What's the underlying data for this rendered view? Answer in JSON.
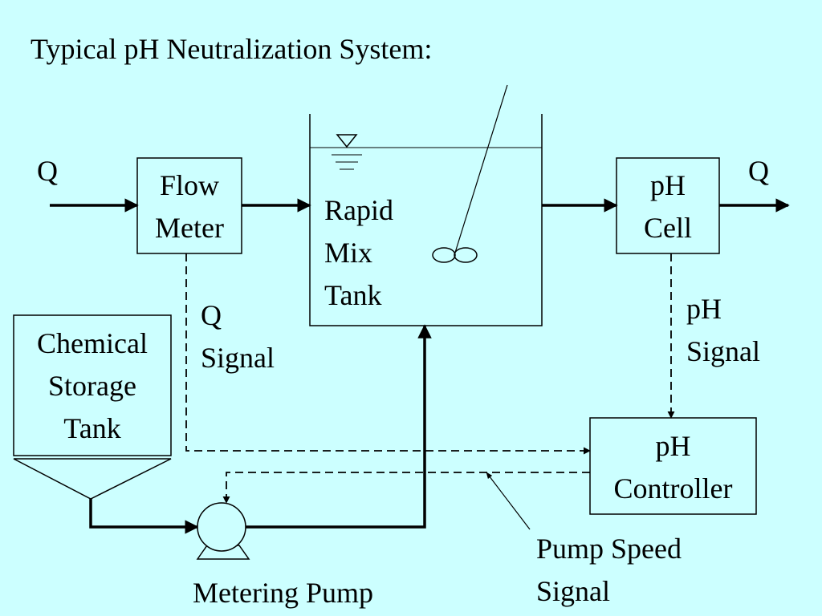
{
  "title": "Typical pH Neutralization System:",
  "colors": {
    "background": "#ccffff",
    "line": "#000000"
  },
  "inlet_label": "Q",
  "outlet_label": "Q",
  "flow_meter": {
    "line1": "Flow",
    "line2": "Meter"
  },
  "rapid_mix_tank": {
    "line1": "Rapid",
    "line2": "Mix",
    "line3": "Tank"
  },
  "ph_cell": {
    "line1": "pH",
    "line2": "Cell"
  },
  "chemical_storage_tank": {
    "line1": "Chemical",
    "line2": "Storage",
    "line3": "Tank"
  },
  "q_signal": {
    "line1": "Q",
    "line2": "Signal"
  },
  "ph_signal": {
    "line1": "pH",
    "line2": "Signal"
  },
  "ph_controller": {
    "line1": "pH",
    "line2": "Controller"
  },
  "pump_speed_signal": {
    "line1": "Pump Speed",
    "line2": "Signal"
  },
  "metering_pump": "Metering Pump"
}
